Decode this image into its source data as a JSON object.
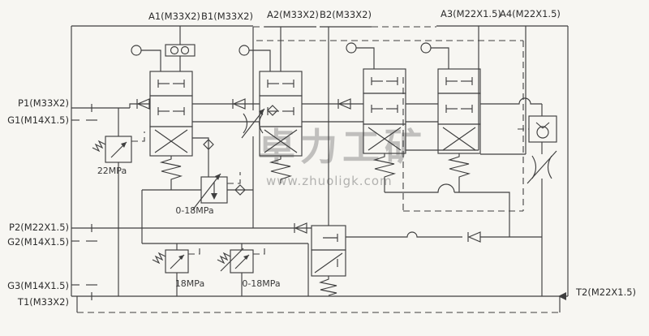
{
  "diagram_type": "hydraulic-multiway-valve-schematic",
  "ports": {
    "top": [
      {
        "id": "A1",
        "label": "A1(M33X2)"
      },
      {
        "id": "B1",
        "label": "B1(M33X2)"
      },
      {
        "id": "A2",
        "label": "A2(M33X2)"
      },
      {
        "id": "B2",
        "label": "B2(M33X2)"
      },
      {
        "id": "A3",
        "label": "A3(M22X1.5)"
      },
      {
        "id": "A4",
        "label": "A4(M22X1.5)"
      }
    ],
    "left": [
      {
        "id": "P1",
        "label": "P1(M33X2)"
      },
      {
        "id": "G1",
        "label": "G1(M14X1.5)"
      },
      {
        "id": "P2",
        "label": "P2(M22X1.5)"
      },
      {
        "id": "G2",
        "label": "G2(M14X1.5)"
      },
      {
        "id": "G3",
        "label": "G3(M14X1.5)"
      },
      {
        "id": "T1",
        "label": "T1(M33X2)"
      }
    ],
    "right": [
      {
        "id": "T2",
        "label": "T2(M22X1.5)"
      }
    ]
  },
  "valves": {
    "main_relief": {
      "label": "22MPa"
    },
    "reducing": {
      "label": "0-18MPa"
    },
    "secondary_relief": {
      "label": "18MPa"
    },
    "adjustable_relief": {
      "label": "0-18MPa"
    }
  },
  "watermark": {
    "brand": "卓力工矿",
    "url": "www.zhuoligk.com"
  },
  "colors": {
    "line": "#3f3f3f",
    "background": "#f7f6f2",
    "watermark": "#6e6e6e"
  }
}
